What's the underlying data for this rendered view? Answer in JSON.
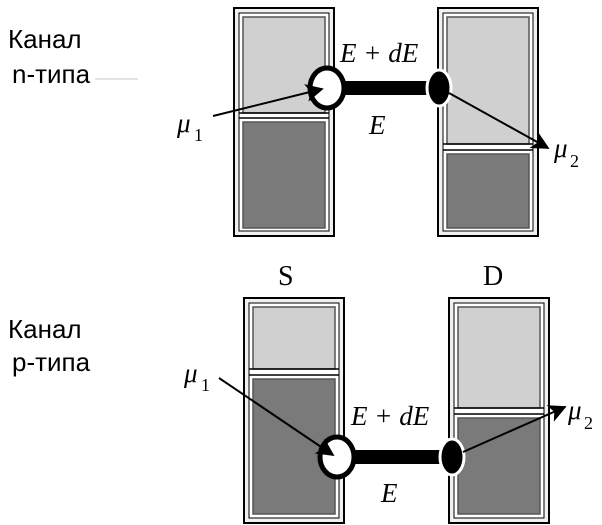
{
  "panels": {
    "n_channel": {
      "title_line1": "Канал",
      "title_line2": "n-типа",
      "energy_upper": "E + dE",
      "energy_lower": "E",
      "mu1_symbol": "μ",
      "mu1_subscript": "1",
      "mu2_symbol": "μ",
      "mu2_subscript": "2"
    },
    "p_channel": {
      "title_line1": "Канал",
      "title_line2": "p-типа",
      "energy_upper": "E + dE",
      "energy_lower": "E",
      "mu1_symbol": "μ",
      "mu1_subscript": "1",
      "mu2_symbol": "μ",
      "mu2_subscript": "2"
    }
  },
  "contacts": {
    "source_label": "S",
    "drain_label": "D"
  },
  "colors": {
    "empty_states": "#d0d0d0",
    "filled_states": "#7a7a7a",
    "border": "#000000",
    "background": "#ffffff"
  }
}
